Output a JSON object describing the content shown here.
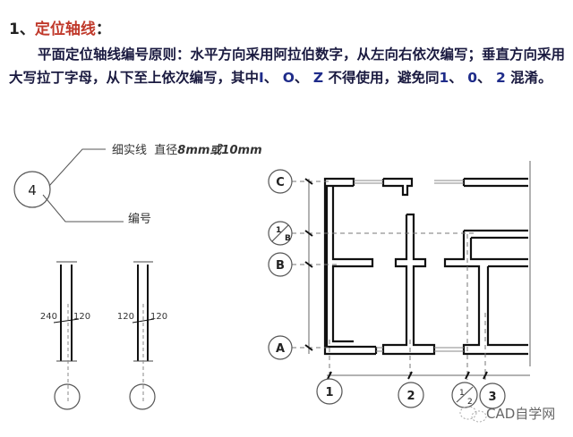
{
  "heading": {
    "number": "1、",
    "title": "定位轴线",
    "colon": "："
  },
  "paragraph": {
    "part1": "平面定位轴线编号原则：水平方向采用阿拉伯数字，从左向右依次编写；垂直方向采用大写拉丁字母，从下至上依次编写，其中",
    "letters_excluded": [
      "I",
      "O",
      "Z"
    ],
    "part2": "不得使用，避免同",
    "numbers_confused": [
      "1",
      "0",
      "2"
    ],
    "part3": "混淆。",
    "sep": "、"
  },
  "legend": {
    "circle_label": "4",
    "thin_line_label": "细实线",
    "diameter_label": "直径",
    "diameter_value": "8mm或10mm",
    "number_label": "编号"
  },
  "wall_details": [
    {
      "left_dim": "240",
      "right_dim": "120"
    },
    {
      "left_dim": "120",
      "right_dim": "120"
    }
  ],
  "plan": {
    "row_axes": [
      "C",
      "1/B",
      "B",
      "A"
    ],
    "col_axes": [
      "1",
      "2",
      "1/2",
      "3"
    ]
  },
  "watermark": {
    "icon": "wechat-icon",
    "text": "CAD自学网"
  },
  "colors": {
    "accent_red": "#c0392b",
    "text_navy": "#1f2c8a",
    "line": "#111111",
    "dash": "#777777"
  }
}
